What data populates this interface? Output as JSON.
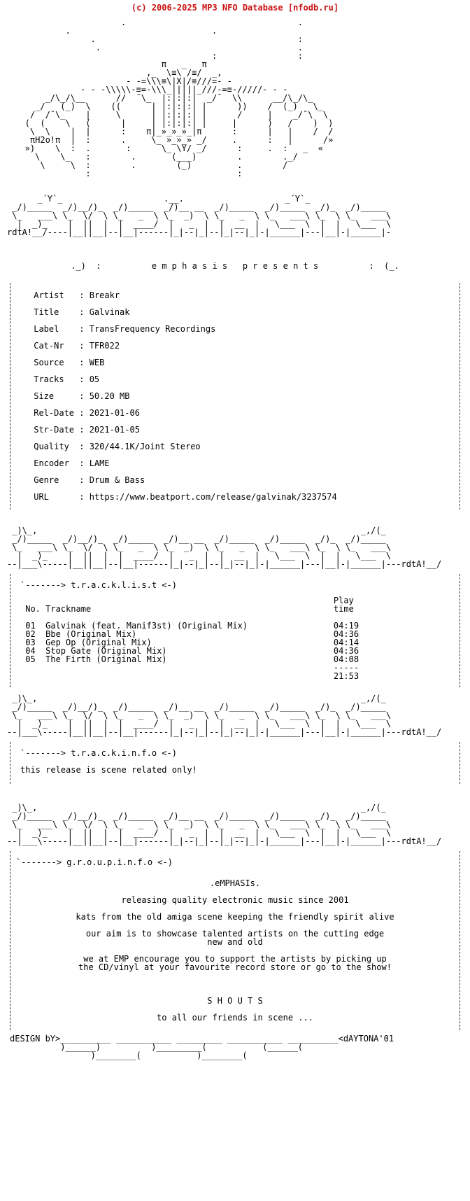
{
  "page": {
    "site_header": "(c) 2006-2025 MP3 NFO Database [nfodb.ru]",
    "site_header_color": "#cc1111",
    "background": "#ffffff",
    "text_color": "#000000"
  },
  "art": {
    "top": [
      "                      .                                  .",
      "           .                            .",
      "                .                                        :",
      "                 .                                       .",
      "                                        :                :",
      "                              π   _   π",
      "                           ,_  \\≡\\ /≡/  _,",
      "                       - -=\\\\\\≡\\|X|/≡///=- -",
      "              - - -\\\\\\\\\\-≡=-\\\\\\_|||||_///-=≡-/////- - -",
      "       _/\\_/\\__      //  ¯\\_  |:|:|:|  _/¯  \\\\      __/\\_/\\_",
      "     _/   (_)  \\    ((      | |:|:|:| |      ))    /  (_)   \\_",
      "    /  /¯\\_    |     \\      | |:|:|:| |      /     |    _/¯\\  \\",
      "   (  (    \\   (      |     | |:|:|:| |     |      )   /    )  )",
      "    \\  \\    |  |      :    π|_»_»_»_|π      :      |   |    /  /",
      "    πH2o!π  |  :      .     \\_ »_»_» _/     .      :   |      /»",
      "   »)    \\  :  .       :      \\_ \\Y/ _/      :     .  :   _  «",
      "     \\    \\_   :        .       (___)        .        ._/",
      "      \\     \\  :        .        (_)         .        /",
      "               :                             :",
      ""
    ],
    "logo_main": [
      "      _´Y`_                    .__.                    _´Y`_",
      " _/)_____  _/)__/)_  _/)_____  _/)__ __  _/)_____  _/)_____  _/)_  _/)_____ ",
      " \\_   ___\\ \\_  \\/  \\ \\_   _  \\ \\_  _)  \\ \\_   _  \\ \\_   ___\\ \\_  \\ \\_   ___\\",
      "  |  _)_    |  ||  |  |  ____/  |   _  |  |  __  |   \\___  \\  |  |   \\___  \\",
      "rdtA!__/----|__||__|--|__|------|_|--|_|--|_|--|_|-|______|---|__|-|______|-"
    ],
    "logo_sep": [
      " _)\\_,                                                                _,/(_",
      " _/)_____  _/)__/)_  _/)_____  _/)__ __  _/)_____  _/)_____  _/)_  _/)_____ ",
      " \\_   ___\\ \\_  \\/  \\ \\_   _  \\ \\_  _)  \\ \\_   _  \\ \\_   ___\\ \\_  \\ \\_   ___\\",
      "  |  _)_    |  ||  |  |  ____/  |   _  |  |  __  |   \\___  \\  |  |   \\___  \\",
      "--|___\\-----|__||__|--|__|------|_|--|_|--|_|--|_|-|______|---|__|-|______|---rdtA!__/"
    ],
    "presents_line": "._)  :          e m p h a s i s   p r e s e n t s          :  (_."
  },
  "release": {
    "fields": [
      {
        "label": "Artist",
        "value": "Breakr"
      },
      {
        "label": "Title",
        "value": "Galvinak"
      },
      {
        "label": "Label",
        "value": "TransFrequency Recordings"
      },
      {
        "label": "Cat-Nr",
        "value": "TFR022"
      },
      {
        "label": "Source",
        "value": "WEB"
      },
      {
        "label": "Tracks",
        "value": "05"
      },
      {
        "label": "Size",
        "value": "50.20 MB"
      },
      {
        "label": "Rel-Date",
        "value": "2021-01-06"
      },
      {
        "label": "Str-Date",
        "value": "2021-01-05"
      },
      {
        "label": "Quality",
        "value": "320/44.1K/Joint Stereo"
      },
      {
        "label": "Encoder",
        "value": "LAME"
      },
      {
        "label": "Genre",
        "value": "Drum & Bass"
      },
      {
        "label": "URL",
        "value": "https://www.beatport.com/release/galvinak/3237574"
      }
    ]
  },
  "tracklist": {
    "section_title": "`-------> t.r.a.c.k.l.i.s.t <-)",
    "columns": {
      "no": "No.",
      "trackname": "Trackname",
      "play": "Play",
      "time": "time"
    },
    "tracks": [
      {
        "no": "01",
        "name": "Galvinak (feat. Manif3st) (Original Mix)",
        "time": "04:19"
      },
      {
        "no": "02",
        "name": "Bbe (Original Mix)",
        "time": "04:36"
      },
      {
        "no": "03",
        "name": "Gep Op (Original Mix)",
        "time": "04:14"
      },
      {
        "no": "04",
        "name": "Stop Gate (Original Mix)",
        "time": "04:36"
      },
      {
        "no": "05",
        "name": "The Firth (Original Mix)",
        "time": "04:08"
      }
    ],
    "total_divider": "-----",
    "total_time": "21:53"
  },
  "trackinfo": {
    "section_title": "`-------> t.r.a.c.k.i.n.f.o <-)",
    "note": "this release is scene related only!"
  },
  "groupinfo": {
    "section_title": "`-------> g.r.o.u.p.i.n.f.o <-)",
    "lines": [
      ".eMPHASIs.",
      "",
      "releasing quality electronic music since 2001",
      "",
      "kats from the old amiga scene keeping the friendly spirit alive",
      "",
      "our aim is to showcase talented artists on the cutting edge",
      "new and old",
      "",
      "we at EMP encourage you to support the artists by picking up",
      "the CD/vinyl at your favourite record store or go to the show!",
      "",
      "",
      "",
      "S H O U T S",
      "",
      "to all our friends in scene ..."
    ]
  },
  "footer": {
    "lines": [
      "dESIGN bY>__________ ___________ _________ ___________ __________<dAYTONA'01",
      "          )______)          )_________(           (______(",
      "                )________(           )________("
    ]
  }
}
